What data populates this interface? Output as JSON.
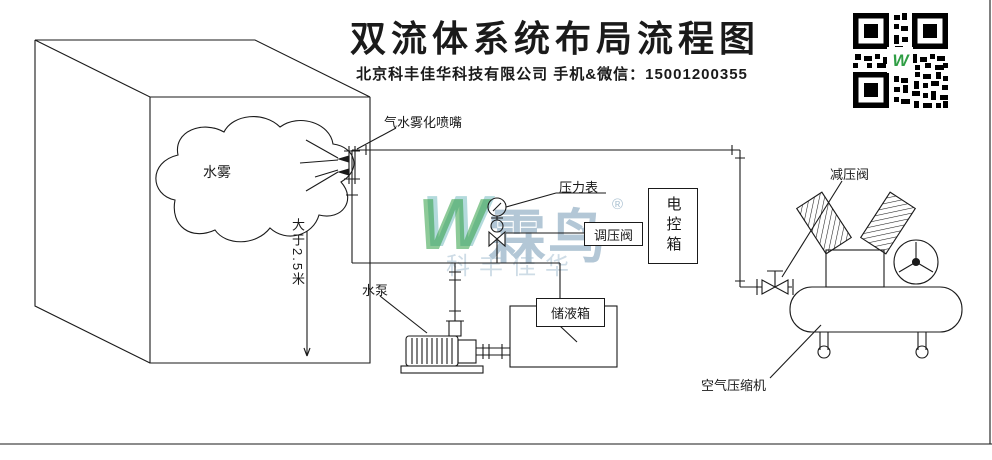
{
  "header": {
    "title": "双流体系统布局流程图",
    "company_line": "北京科丰佳华科技有限公司 手机&微信：15001200355"
  },
  "labels": {
    "nozzle": "气水雾化喷嘴",
    "water_mist": "水雾",
    "min_height": "大于2.5米",
    "pressure_gauge": "压力表",
    "regulating_valve": "调压阀",
    "water_pump": "水泵",
    "storage_tank": "储液箱",
    "control_box": "电控箱",
    "reducing_valve": "减压阀",
    "air_compressor": "空气压缩机"
  },
  "watermark": {
    "logo_letter": "W",
    "brand": "霖鸟",
    "registered_mark": "®",
    "sub_brand": "科丰佳华"
  },
  "icons": {
    "qr_code": "qr-code",
    "brand_logo": "linniao-logo"
  },
  "colors": {
    "ink": "#1a1a1a",
    "background": "#ffffff",
    "watermark_green": "#2f9e44",
    "watermark_gray": "#9db7ca"
  }
}
